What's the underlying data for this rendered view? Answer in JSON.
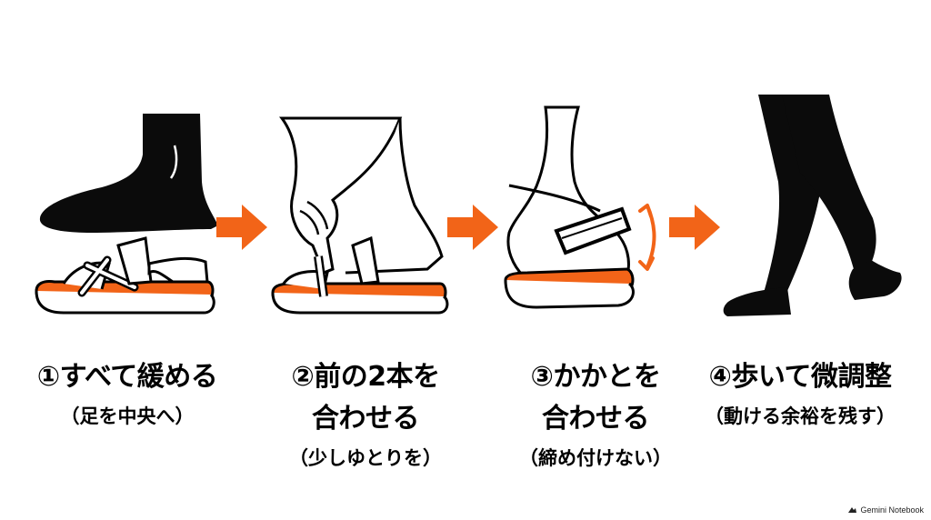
{
  "steps": [
    {
      "title": "①すべて緩める",
      "subtitle_lines": [
        "（足を中央へ）"
      ]
    },
    {
      "title": "②前の2本を",
      "title_line2": "合わせる",
      "subtitle_lines": [
        "（少しゆとりを）"
      ]
    },
    {
      "title": "③かかとを",
      "title_line2": "合わせる",
      "subtitle_lines": [
        "（締め付けない）"
      ]
    },
    {
      "title": "④歩いて微調整",
      "subtitle_lines": [
        "（動ける余裕を残す）"
      ]
    }
  ],
  "arrows": [
    {
      "color": "#f26418",
      "type": "right-arrow"
    },
    {
      "color": "#f26418",
      "type": "right-arrow"
    },
    {
      "color": "#f26418",
      "type": "right-arrow"
    }
  ],
  "colors": {
    "accent": "#f26418",
    "ink": "#000000",
    "sole": "#f26418"
  },
  "watermark": {
    "text": "Gemini Notebook"
  }
}
